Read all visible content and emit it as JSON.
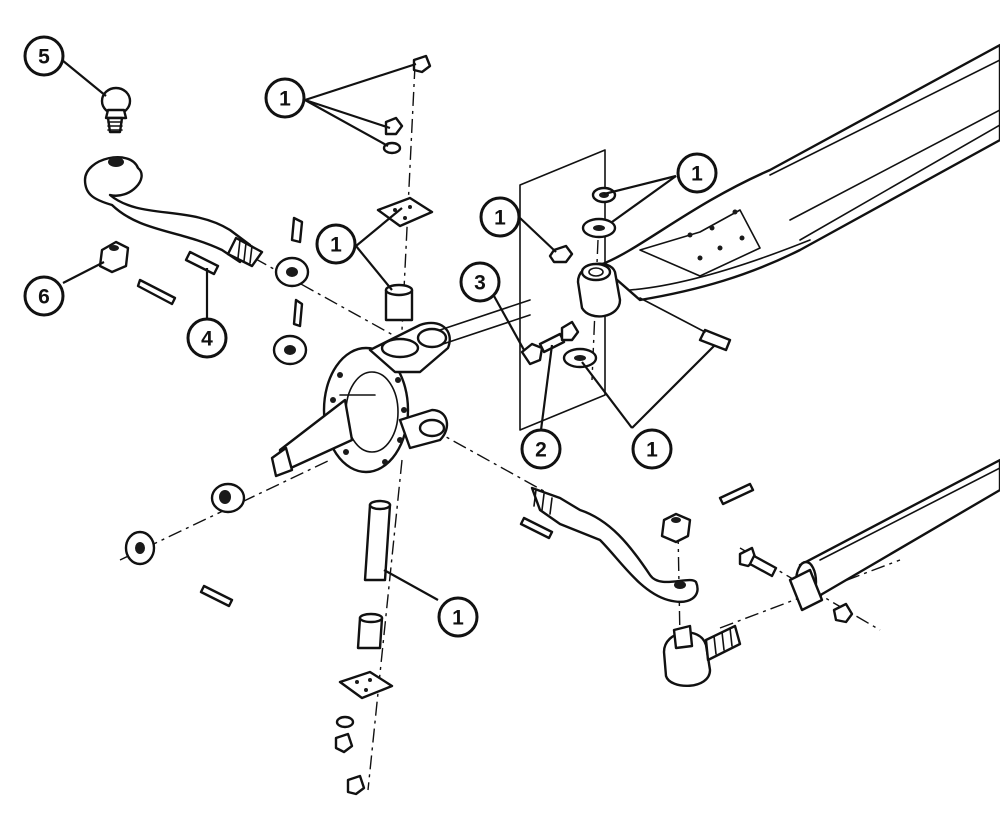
{
  "callouts": [
    {
      "label": "5"
    },
    {
      "label": "1"
    },
    {
      "label": "1"
    },
    {
      "label": "1"
    },
    {
      "label": "1"
    },
    {
      "label": "3"
    },
    {
      "label": "6"
    },
    {
      "label": "4"
    },
    {
      "label": "2"
    },
    {
      "label": "1"
    },
    {
      "label": "1"
    }
  ]
}
